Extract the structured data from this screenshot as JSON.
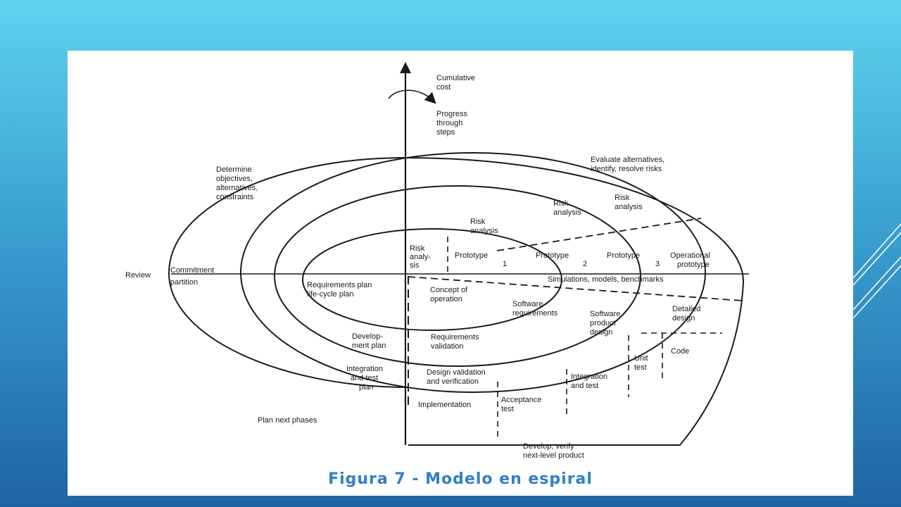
{
  "colors": {
    "background_top": "#5fd3ee",
    "background_bottom": "#1f63a3",
    "caption": "#2f7fc8",
    "ink": "#1a1a1a"
  },
  "caption": "Figura 7 - Modelo en espiral",
  "labels": {
    "cumulative_cost": [
      "Cumulative",
      "cost"
    ],
    "progress": [
      "Progress",
      "through",
      "steps"
    ],
    "determine": [
      "Determine",
      "objectives,",
      "alternatives,",
      "constraints"
    ],
    "evaluate": [
      "Evaluate alternatives,",
      "identify, resolve risks"
    ],
    "risk_analysis_outer": [
      "Risk",
      "analysis"
    ],
    "risk_analysis_mid": [
      "Risk",
      "analysis"
    ],
    "risk_analysis_inner": [
      "Risk",
      "analysis"
    ],
    "risk_analysis_core": [
      "Risk",
      "analy-",
      "sis"
    ],
    "prototype_1": "Prototype",
    "prototype_1_num": "1",
    "prototype_2": "Prototype",
    "prototype_2_num": "2",
    "prototype_3": "Prototype",
    "prototype_3_num": "3",
    "operational_prototype": [
      "Operational",
      "prototype"
    ],
    "review": "Review",
    "commitment_partition": [
      "Commitment",
      "partition"
    ],
    "simulations": "Simulations, models, benchmarks",
    "requirements_plan": [
      "Requirements plan",
      "life-cycle plan"
    ],
    "concept_of_operation": [
      "Concept of",
      "operation"
    ],
    "software_requirements": [
      "Software",
      "requirements"
    ],
    "software_product_design": [
      "Software",
      "product",
      "design"
    ],
    "detailed_design": [
      "Detailed",
      "design"
    ],
    "development_plan": [
      "Develop-",
      "ment plan"
    ],
    "requirements_validation": [
      "Requirements",
      "validation"
    ],
    "code": "Code",
    "unit_test": [
      "Unit",
      "test"
    ],
    "integration_and_test_plan": [
      "Integration",
      "and test",
      "plan"
    ],
    "design_validation": [
      "Design validation",
      "and verification"
    ],
    "integration_and_test": [
      "Integration",
      "and test"
    ],
    "implementation": "Implementation",
    "acceptance_test": [
      "Acceptance",
      "test"
    ],
    "plan_next_phases": "Plan next phases",
    "develop_verify": [
      "Develop, verify",
      "next-level product"
    ]
  }
}
